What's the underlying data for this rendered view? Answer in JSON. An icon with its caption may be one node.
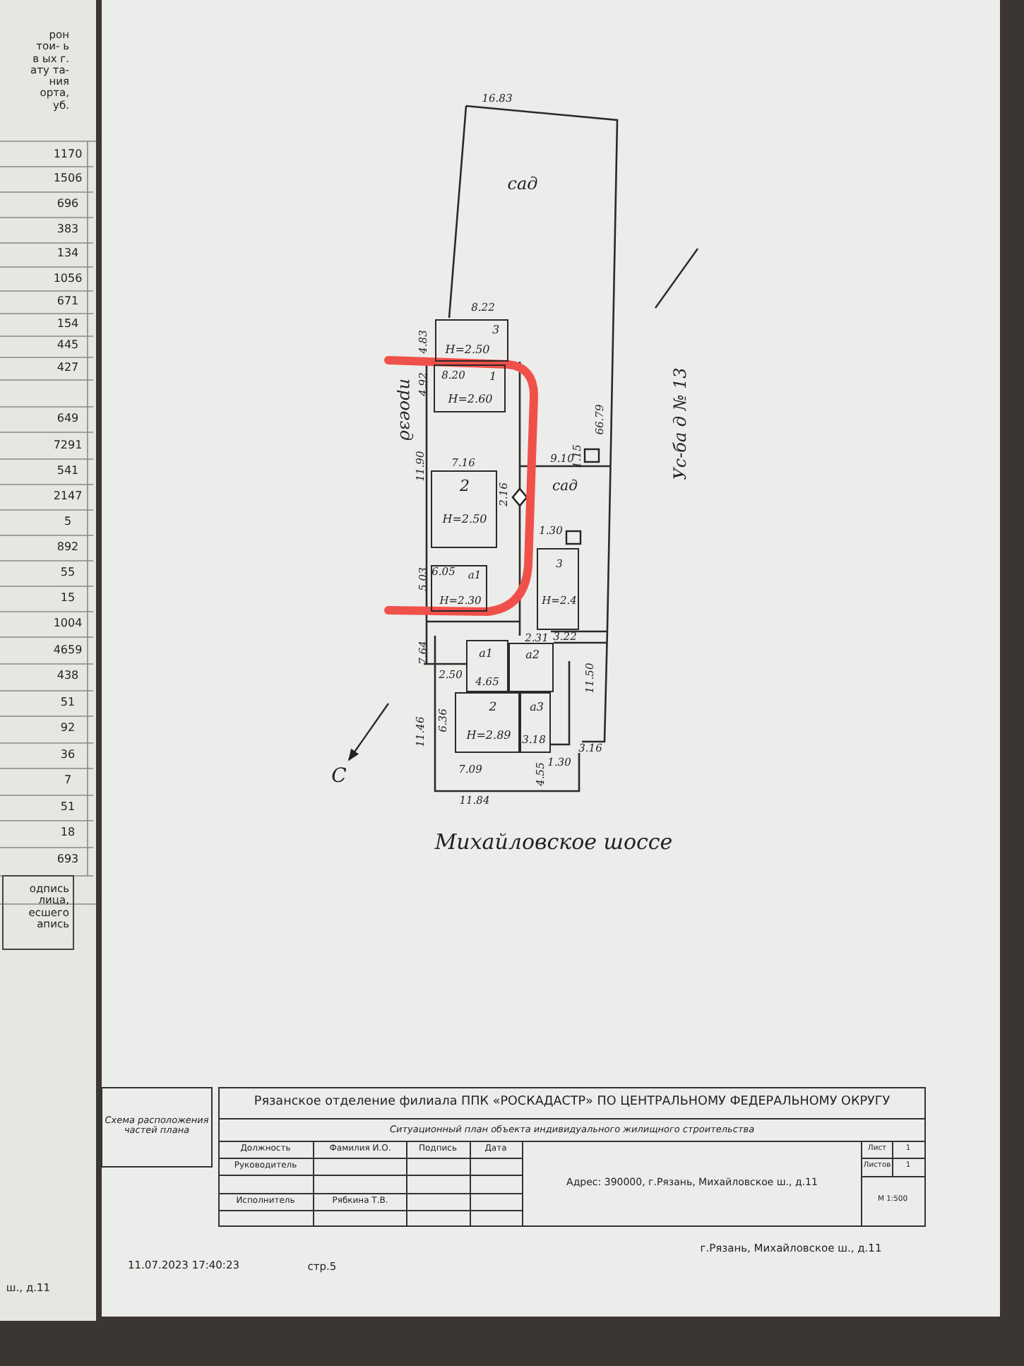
{
  "diagram": {
    "nodes": [
      {
        "text": [
          "сад"
        ]
      },
      {
        "text": [
          "3",
          "Н=2.50"
        ]
      },
      {
        "text": [
          "1",
          "Н=2.60"
        ]
      },
      {
        "text": [
          "2",
          "Н=2.50"
        ]
      },
      {
        "text": [
          "а1",
          "Н=2.30"
        ]
      },
      {
        "text": [
          "сад"
        ]
      },
      {
        "text": [
          "3",
          "Н=2.4"
        ]
      },
      {
        "text": [
          "а1"
        ]
      },
      {
        "text": [
          "а2"
        ]
      },
      {
        "text": [
          "2",
          "Н=2.89"
        ]
      },
      {
        "text": [
          "а3"
        ]
      }
    ],
    "labels": [
      "рон тои- ь в ых г. ату та- ния орта, уб.",
      "1170",
      "1506",
      "696",
      "383",
      "134",
      "1056",
      "671",
      "154",
      "445",
      "427",
      "649",
      "7291",
      "541",
      "2147",
      "5",
      "892",
      "55",
      "15",
      "1004",
      "4659",
      "438",
      "51",
      "92",
      "36",
      "7",
      "51",
      "18",
      "693",
      "одпись лица, есшего апись",
      "16.83",
      "8.22",
      "4.83",
      "4.92",
      "8.20",
      "11.90",
      "7.16",
      "66.79",
      "9.10",
      "1.15",
      "2.16",
      "1.30",
      "5.03",
      "6.05",
      "7.64",
      "2.31",
      "3.22",
      "2.50",
      "4.65",
      "11.50",
      "6.36",
      "11.46",
      "3.18",
      "3.16",
      "1.30",
      "7.09",
      "4.55",
      "11.84",
      "проезд",
      "Ус-ба д № 13",
      "С",
      "Михайловское шоссе",
      "Схема расположения частей плана",
      "Рязанское отделение филиала ППК «РОСКАДАСТР» ПО ЦЕНТРАЛЬНОМУ ФЕДЕРАЛЬНОМУ ОКРУГУ",
      "Ситуационный план объекта индивидуального жилищного строительства",
      "Должность",
      "Фамилия И.О.",
      "Подпись",
      "Дата",
      "Руководитель",
      "Исполнитель",
      "Рябкина Т.В.",
      "Адрес: 390000, г.Рязань, Михайловское ш., д.11",
      "Лист",
      "1",
      "Листов",
      "1",
      "М 1:500",
      "11.07.2023 17:40:23",
      "стр.5",
      "г.Рязань, Михайловское ш., д.11",
      "ш., д.11"
    ]
  }
}
